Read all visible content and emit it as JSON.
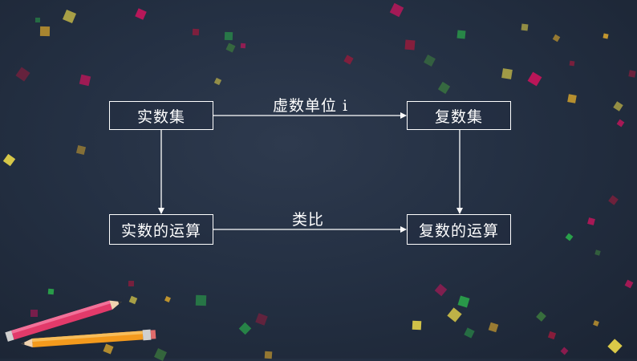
{
  "nodes": {
    "real_set": "实数集",
    "complex_set": "复数集",
    "real_ops": "实数的运算",
    "complex_ops": "复数的运算"
  },
  "edges": {
    "top_label": "虚数单位 i",
    "bottom_label": "类比"
  },
  "colors": {
    "background": "#243043",
    "line": "#ffffff",
    "confetti": [
      "#c0165a",
      "#2aa24a",
      "#e8d64a",
      "#c79a2e",
      "#8a1d3c",
      "#3c7a3e"
    ]
  }
}
